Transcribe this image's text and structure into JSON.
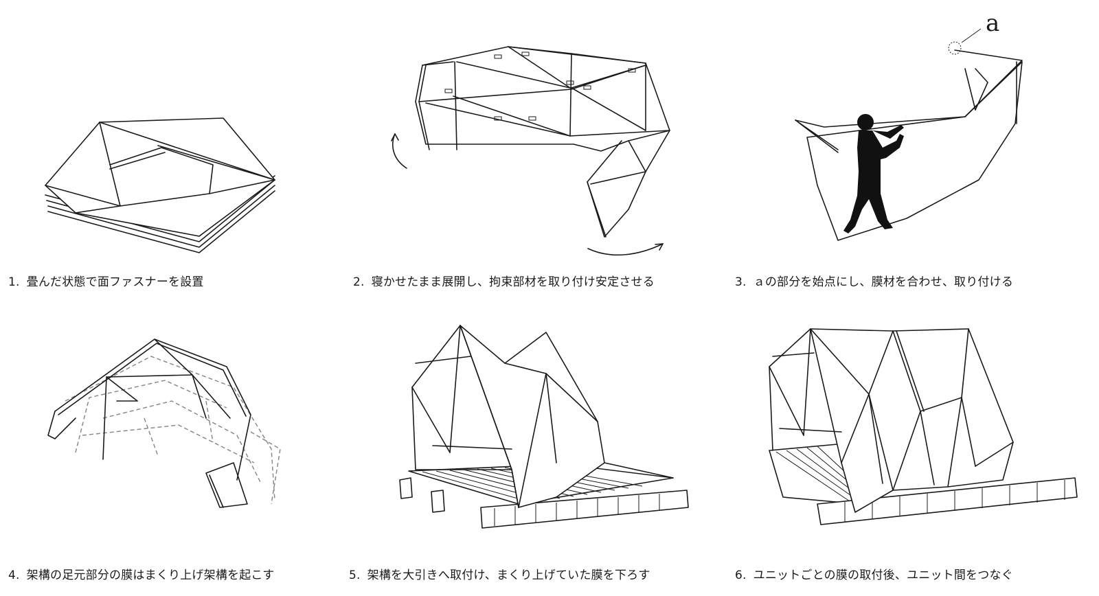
{
  "steps": [
    {
      "num": "1.",
      "text": "畳んだ状態で面ファスナーを設置"
    },
    {
      "num": "2.",
      "text": "寝かせたまま展開し、拘束部材を取り付け安定させる"
    },
    {
      "num": "3.",
      "text": "ａの部分を始点にし、膜材を合わせ、取り付ける"
    },
    {
      "num": "4.",
      "text": "架構の足元部分の膜はまくり上げ架構を起こす"
    },
    {
      "num": "5.",
      "text": "架構を大引きへ取付け、まくり上げていた膜を下ろす"
    },
    {
      "num": "6.",
      "text": "ユニットごとの膜の取付後、ユニット間をつなぐ"
    }
  ],
  "annotation_a": "a"
}
